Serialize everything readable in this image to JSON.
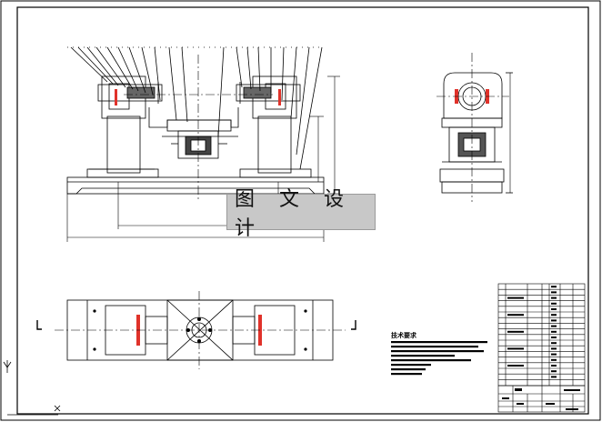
{
  "drawing": {
    "watermark_text": "图 文 设 计",
    "tech_requirements_title": "技术要求",
    "colors": {
      "ink": "#000000",
      "accent_red": "#e0322a",
      "watermark_bg": "#c8c8c8",
      "background": "#ffffff"
    },
    "views": [
      "front-view",
      "side-view",
      "top-view"
    ],
    "title_block_present": true
  }
}
